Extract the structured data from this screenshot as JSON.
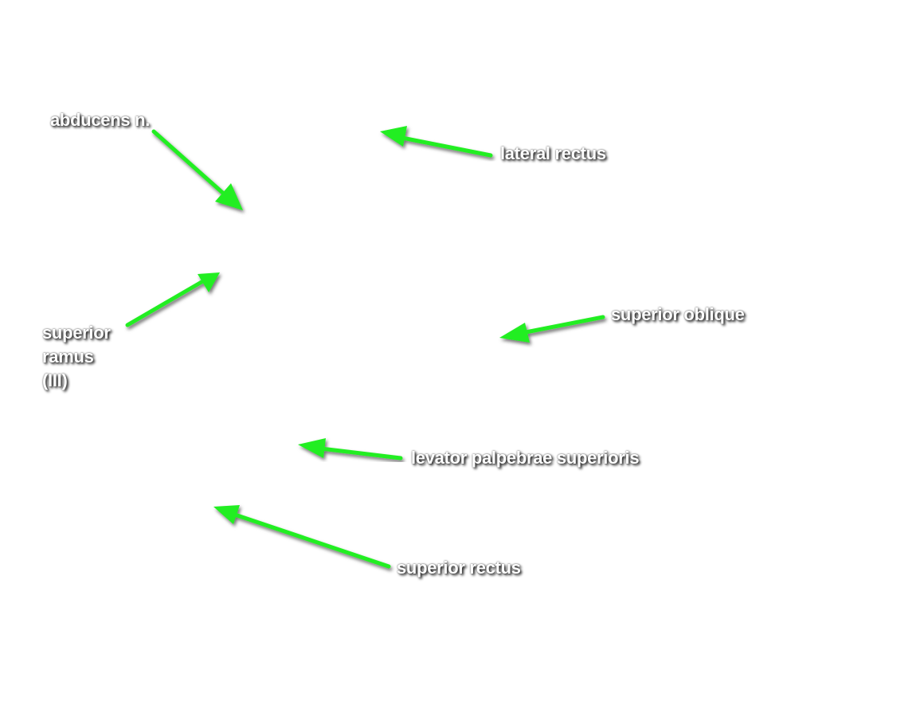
{
  "labels": {
    "abducens": "abducens n.",
    "lateral_rectus": "lateral rectus",
    "superior_ramus": [
      "superior",
      "ramus",
      "(III)"
    ],
    "superior_oblique": "superior oblique",
    "levator": "levator palpebrae superioris",
    "superior_rectus": "superior rectus"
  },
  "colors": {
    "arrow": "#22ee22",
    "label_text": "#ffffff",
    "label_shadow": "#000000",
    "background": "#ffffff"
  }
}
